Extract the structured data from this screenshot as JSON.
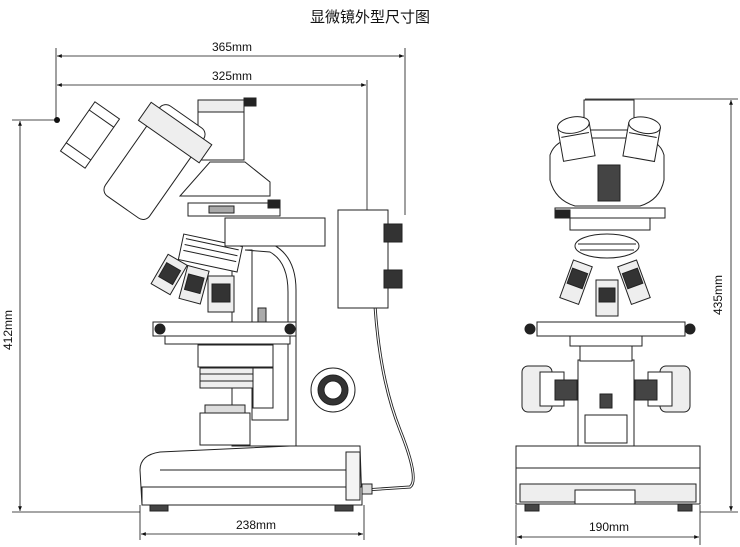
{
  "title": "显微镜外型尺寸图",
  "dimensions": {
    "overall_width": "365mm",
    "arm_width": "325mm",
    "height_side": "412mm",
    "base_depth": "238mm",
    "height_front": "435mm",
    "base_width_front": "190mm"
  }
}
